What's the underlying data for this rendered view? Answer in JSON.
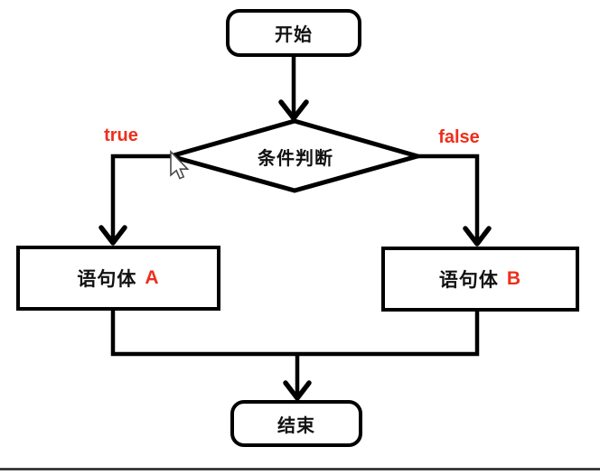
{
  "colors": {
    "background": "#ffffff",
    "line": "#000000",
    "text": "#111111",
    "accent_red": "#ee2e1b",
    "divider": "#1f1f1f"
  },
  "flowchart": {
    "start_label": "开始",
    "condition_label": "条件判断",
    "branch_true_label": "true",
    "branch_false_label": "false",
    "statement_a_text": "语句体",
    "statement_a_variant": "A",
    "statement_b_text": "语句体",
    "statement_b_variant": "B",
    "end_label": "结束"
  }
}
